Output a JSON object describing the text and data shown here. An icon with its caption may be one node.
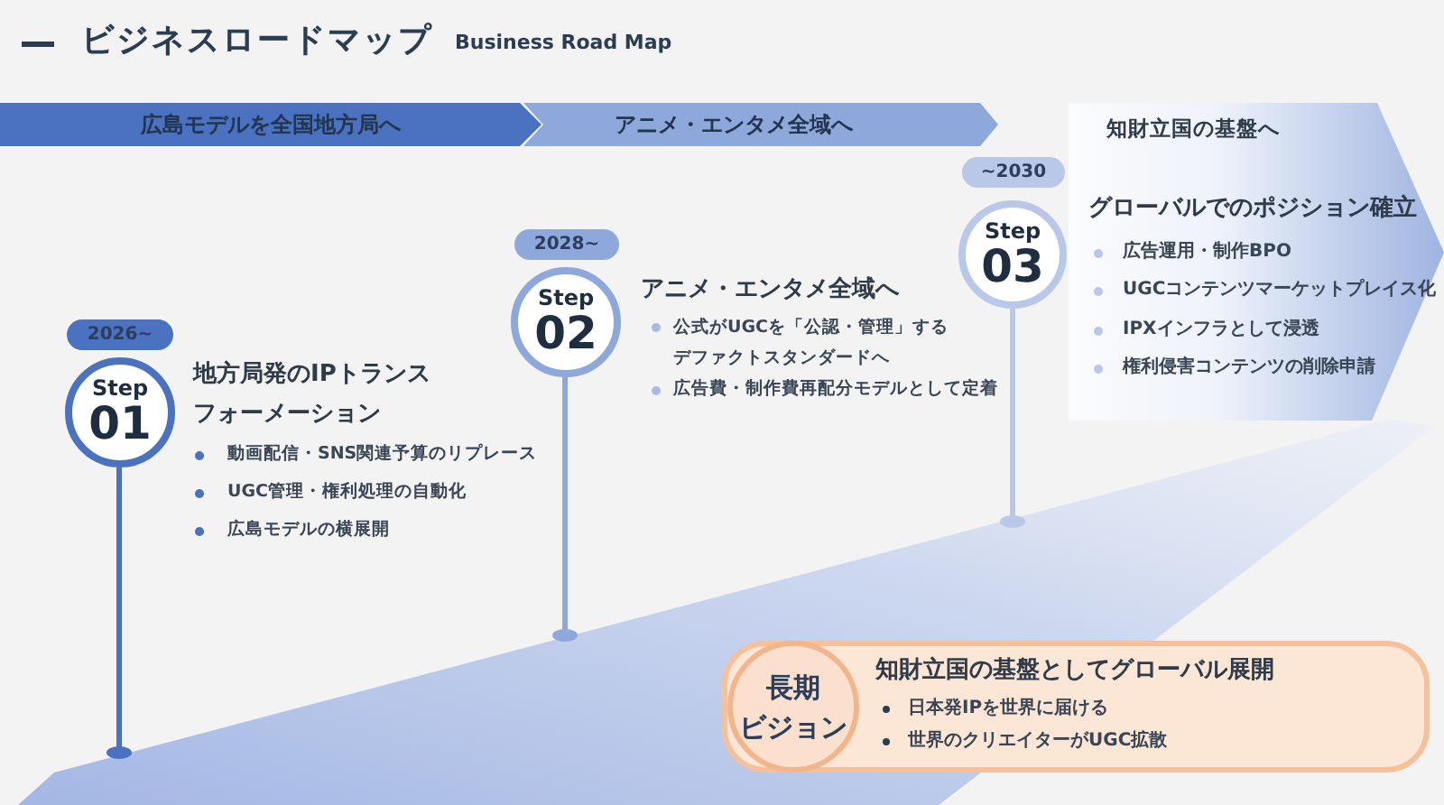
{
  "diagram": {
    "title": "ビジネスロードマップ",
    "nodes": [
      {
        "text": [
          "広島モデルを全国地方局へ"
        ]
      },
      {
        "text": [
          "アニメ・エンタメ全域へ"
        ]
      },
      {
        "text": [
          "知財立国の基盤へ",
          "グローバルでのポジション確立",
          "広告運用・制作BPO",
          "UGCコンテンツマーケットプレイス化",
          "IPXインフラとして浸透",
          "権利侵害コンテンツの削除申請"
        ]
      },
      {
        "text": [
          "2026~"
        ]
      },
      {
        "text": [
          "Step",
          "01"
        ],
        "beside": [
          "地方局発のIPトランスフォーメーション",
          "動画配信・SNS関連予算のリプレース",
          "UGC管理・権利処理の自動化",
          "広島モデルの横展開"
        ]
      },
      {
        "text": [
          "2028~"
        ]
      },
      {
        "text": [
          "Step",
          "02"
        ],
        "beside": [
          "アニメ・エンタメ全域へ",
          "公式がUGCを「公認・管理」するデファクトスタンダードへ",
          "広告費・制作費再配分モデルとして定着"
        ]
      },
      {
        "text": [
          "~2030"
        ]
      },
      {
        "text": [
          "Step",
          "03"
        ]
      },
      {
        "text": [
          "知財立国の基盤としてグローバル展開",
          "日本発IPを世界に届ける",
          "世界のクリエイターがUGC拡散"
        ]
      },
      {
        "text": [
          "長期ビジョン"
        ],
        "in": 9
      }
    ],
    "labels": [
      "Business Road Map"
    ]
  }
}
